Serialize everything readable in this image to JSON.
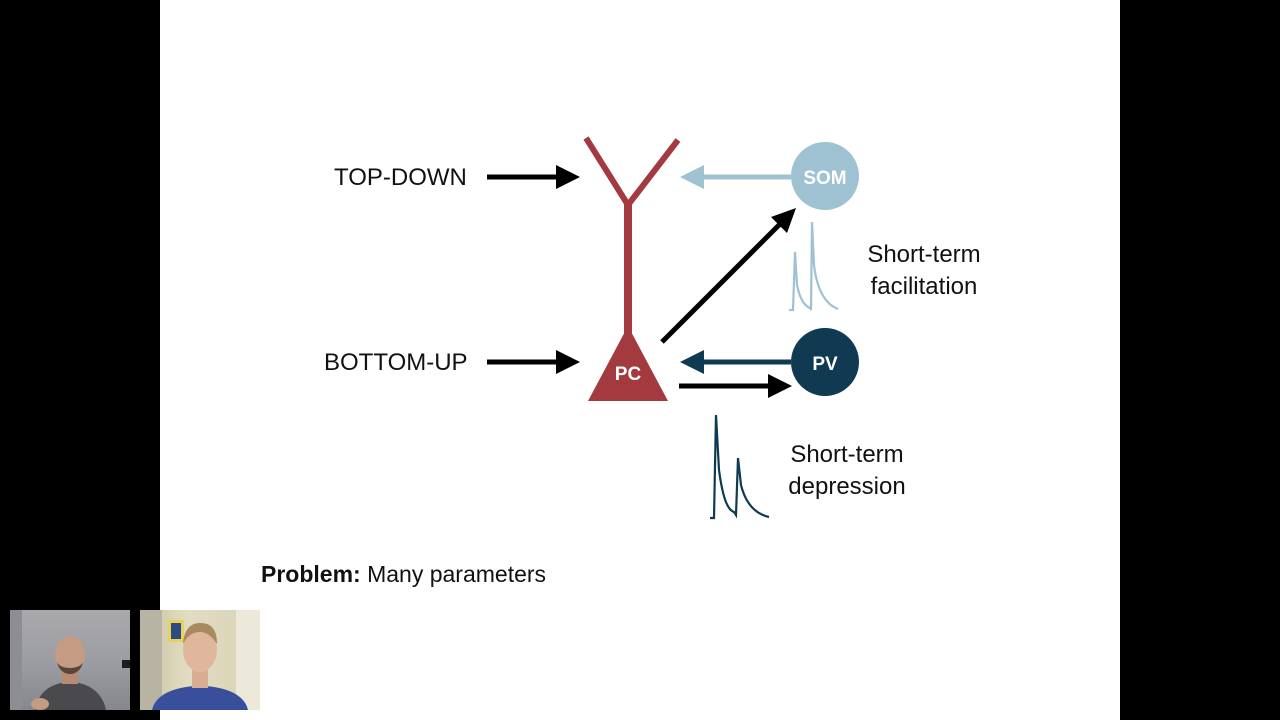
{
  "diagram": {
    "inputs": {
      "top_down": "TOP-DOWN",
      "bottom_up": "BOTTOM-UP"
    },
    "nodes": {
      "pc": "PC",
      "som": "SOM",
      "pv": "PV"
    },
    "annotations": {
      "facilitation_line1": "Short-term",
      "facilitation_line2": "facilitation",
      "depression_line1": "Short-term",
      "depression_line2": "depression"
    },
    "colors": {
      "pc": "#a23a3f",
      "som": "#9fc2d2",
      "pv": "#0f3a52",
      "arrow": "#000000"
    }
  },
  "problem": {
    "label": "Problem:",
    "text": " Many parameters"
  },
  "video_call": {
    "participants": 2
  }
}
